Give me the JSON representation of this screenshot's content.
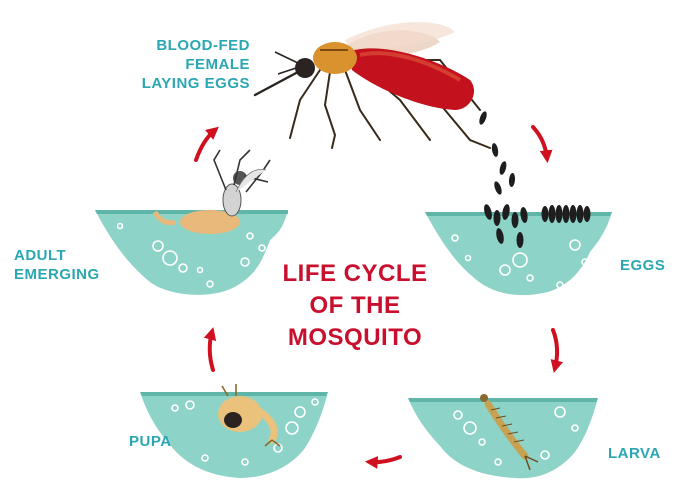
{
  "title_lines": [
    "LIFE CYCLE",
    "OF THE",
    "MOSQUITO"
  ],
  "stages": {
    "blood_fed": [
      "BLOOD-FED",
      "FEMALE",
      "LAYING EGGS"
    ],
    "eggs": [
      "EGGS"
    ],
    "larva": [
      "LARVA"
    ],
    "pupa": [
      "PUPA"
    ],
    "adult": [
      "ADULT",
      "EMERGING"
    ]
  },
  "colors": {
    "label": "#2aa7b2",
    "title": "#c8102e",
    "arrow": "#d0101f",
    "water": "#8ed3c8",
    "water_dark": "#5fb5a7",
    "bubble": "#ffffff",
    "egg": "#1e1e1e"
  },
  "icons": [
    "mosquito-icon",
    "egg-icon",
    "larva-icon",
    "pupa-icon",
    "emerging-adult-icon",
    "cycle-arrow-icon"
  ]
}
